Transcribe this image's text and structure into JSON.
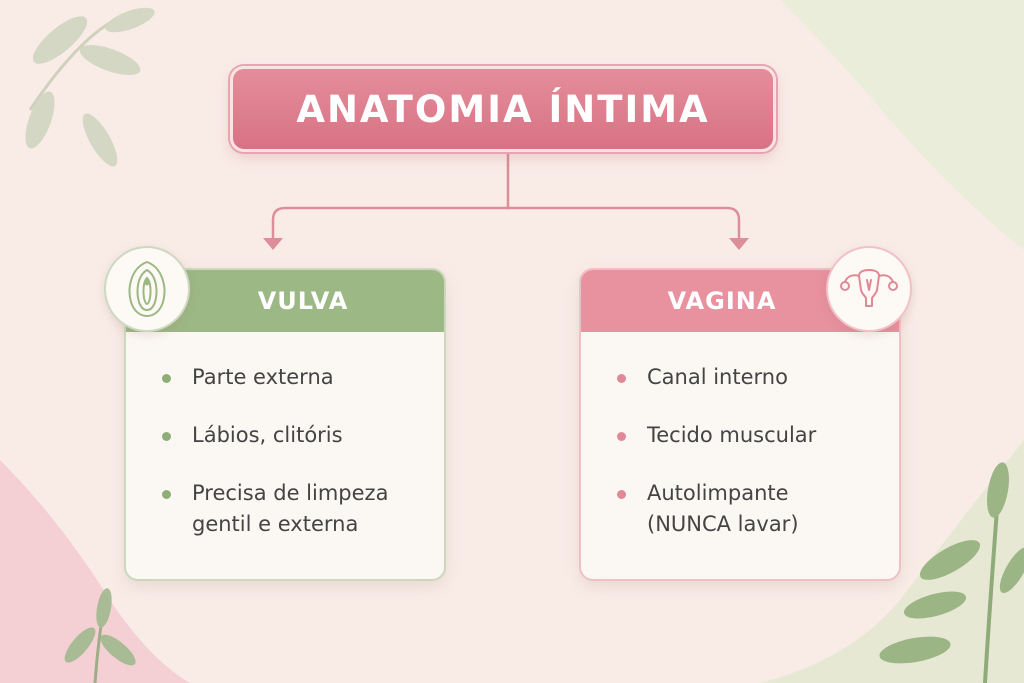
{
  "title": "ANATOMIA ÍNTIMA",
  "colors": {
    "title_bg": "#dc7a8b",
    "vulva_accent": "#9cb885",
    "vagina_accent": "#e8919f",
    "background": "#f9ece7"
  },
  "icons": {
    "vulva": "vulva-icon",
    "vagina": "uterus-icon"
  },
  "cards": {
    "vulva": {
      "heading": "VULVA",
      "items": [
        [
          "Parte externa"
        ],
        [
          "Lábios, clitóris"
        ],
        [
          "Precisa de limpeza",
          "gentil e externa"
        ]
      ]
    },
    "vagina": {
      "heading": "VAGINA",
      "items": [
        [
          "Canal interno"
        ],
        [
          "Tecido muscular"
        ],
        [
          "Autolimpante",
          "(NUNCA lavar)"
        ]
      ]
    }
  }
}
